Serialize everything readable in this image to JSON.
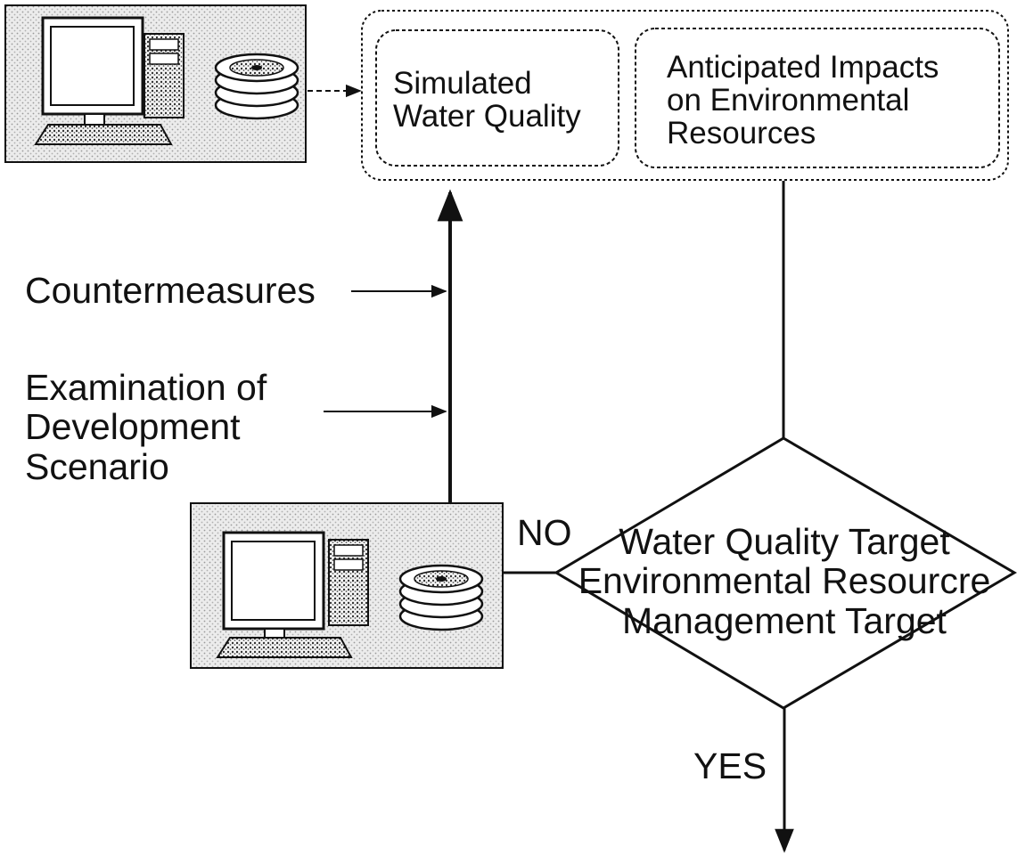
{
  "diagram": {
    "box_left": {
      "line1": "Simulated",
      "line2": "Water Quality"
    },
    "box_right": {
      "line1": "Anticipated Impacts",
      "line2": "on Environmental",
      "line3": "Resources"
    },
    "countermeasures": "Countermeasures",
    "examination": {
      "line1": "Examination of",
      "line2": "Development",
      "line3": "Scenario"
    },
    "decision": {
      "line1": "Water Quality Target",
      "line2": "Environmental Resourcre",
      "line3": "Management Target"
    },
    "no_label": "NO",
    "yes_label": "YES",
    "icons": [
      "computer-icon",
      "disk-stack-icon"
    ],
    "colors": {
      "stroke": "#111111",
      "panel_fill": "#dcdcdc",
      "background": "#ffffff"
    }
  }
}
